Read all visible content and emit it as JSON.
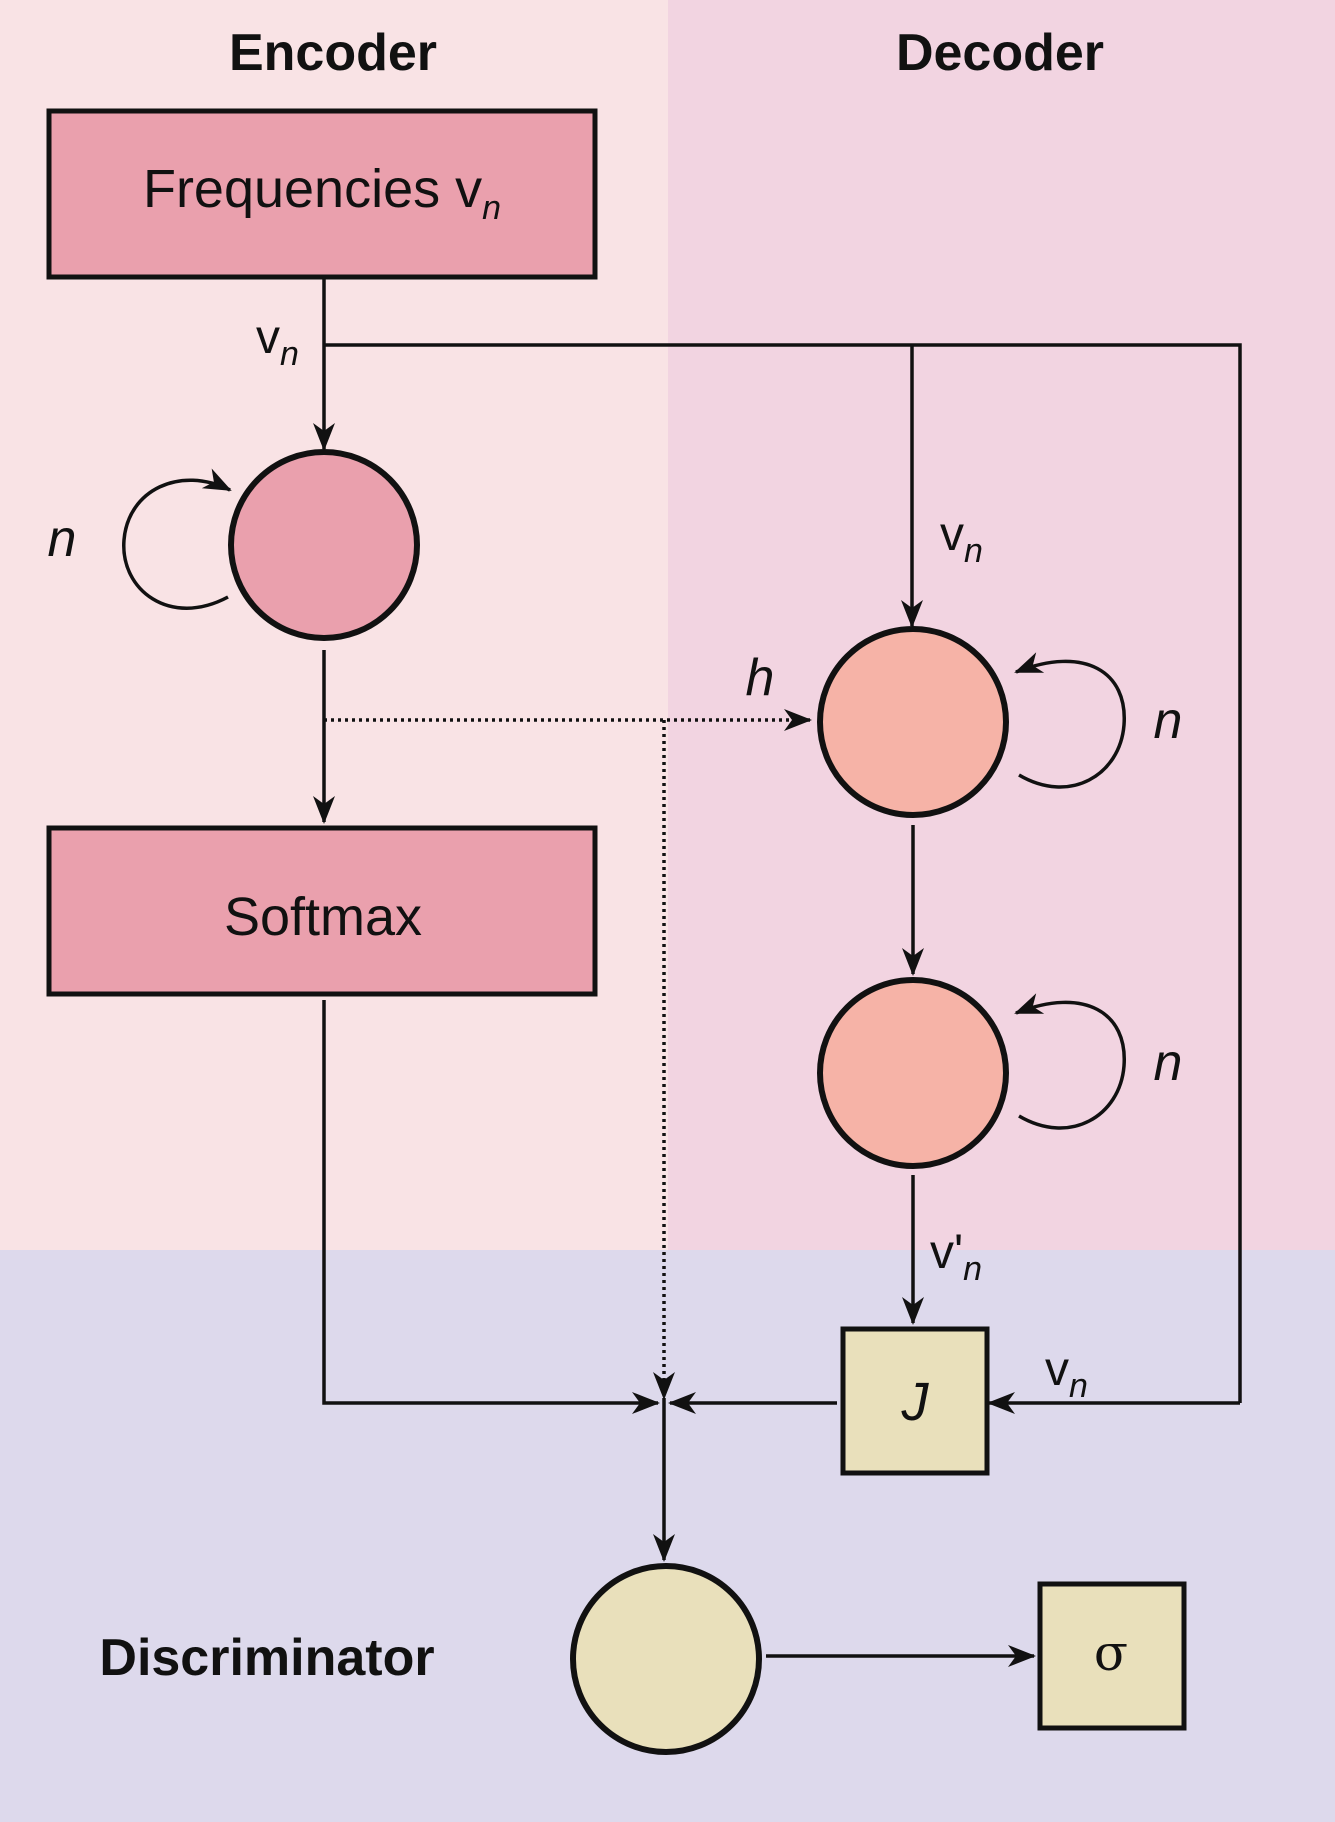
{
  "sections": {
    "encoder": "Encoder",
    "decoder": "Decoder",
    "discriminator": "Discriminator"
  },
  "boxes": {
    "frequencies": {
      "label": "Frequencies v",
      "sub": "n"
    },
    "softmax": "Softmax",
    "j": "J",
    "sigma": "σ"
  },
  "labels": {
    "v": "v",
    "v_prime": "v'",
    "sub_n": "n",
    "n": "n",
    "h": "h"
  },
  "colors": {
    "encoder_bg": "#f9e3e5",
    "decoder_bg": "#f2d4e1",
    "discriminator_bg": "#ddd9ec",
    "encoder_fill": "#eaa0ad",
    "decoder_fill": "#f6b3a7",
    "discriminator_fill": "#e9e0bb"
  }
}
